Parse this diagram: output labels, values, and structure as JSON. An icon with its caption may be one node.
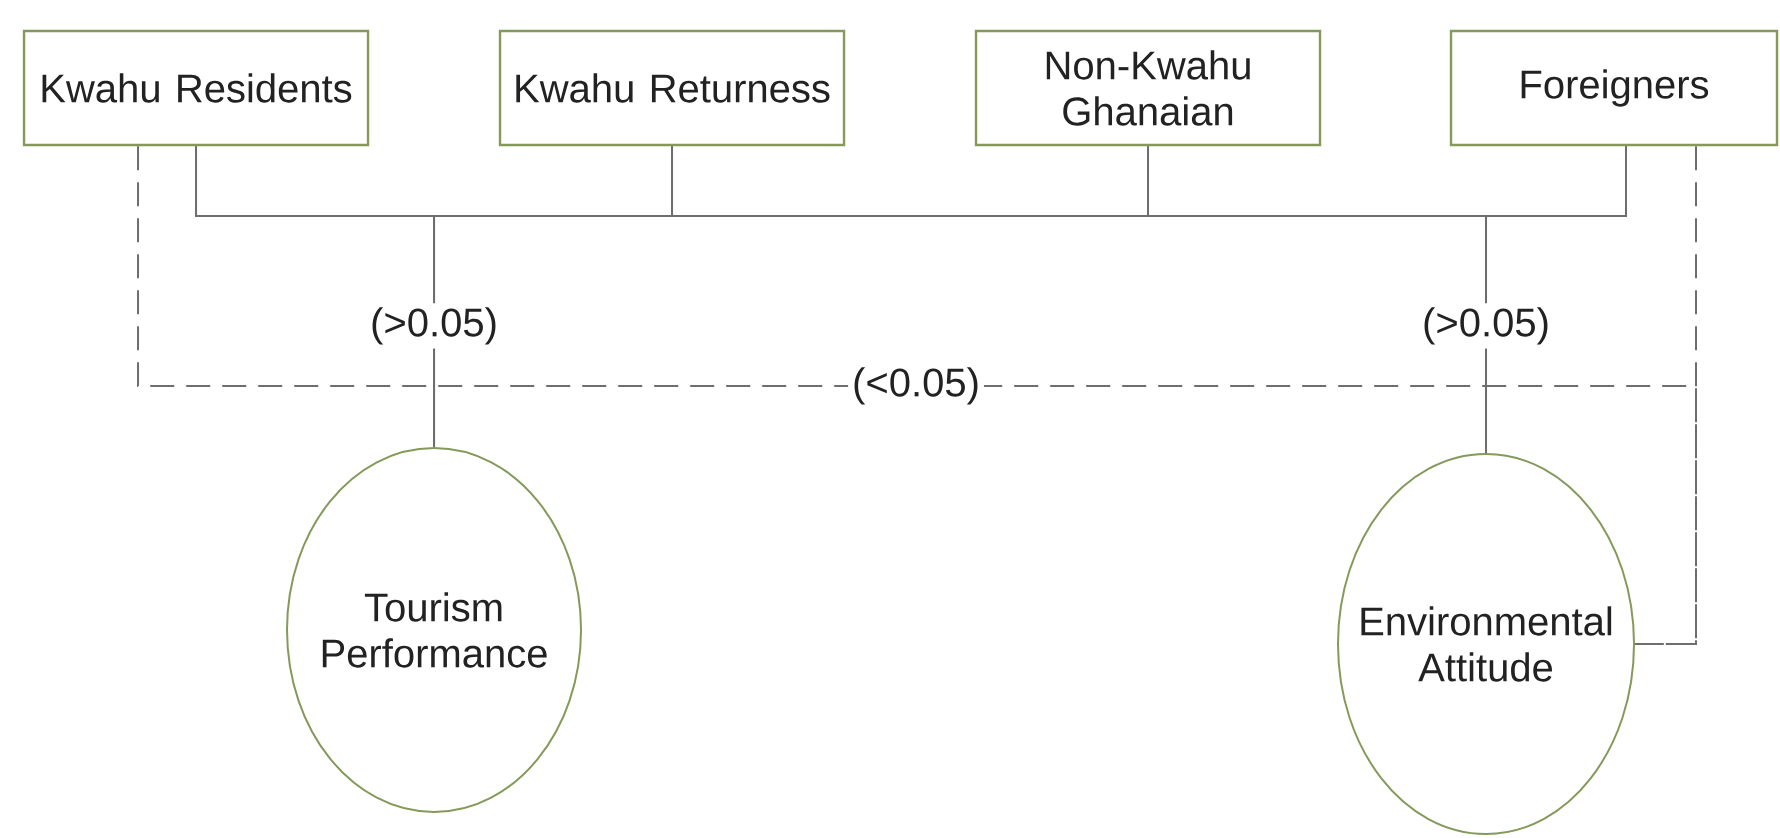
{
  "diagram": {
    "nodes": [
      {
        "text": [
          "Kwahu Residents"
        ]
      },
      {
        "text": [
          "Kwahu Returness"
        ]
      },
      {
        "text": [
          "Non-Kwahu Ghanaian"
        ]
      },
      {
        "text": [
          "Foreigners"
        ]
      },
      {
        "text": [
          "Tourism Performance"
        ]
      },
      {
        "text": [
          "Environmental Attitude"
        ]
      }
    ],
    "edges": [
      {
        "from": 0,
        "to": 4,
        "arrow": "none",
        "label": "(>0.05)"
      },
      {
        "from": 1,
        "to": 4,
        "arrow": "none"
      },
      {
        "from": 2,
        "to": 4,
        "arrow": "none"
      },
      {
        "from": 3,
        "to": 4,
        "arrow": "none"
      },
      {
        "from": 0,
        "to": 5,
        "arrow": "none",
        "label": "(>0.05)"
      },
      {
        "from": 1,
        "to": 5,
        "arrow": "none"
      },
      {
        "from": 2,
        "to": 5,
        "arrow": "none"
      },
      {
        "from": 3,
        "to": 5,
        "arrow": "none"
      },
      {
        "from": 0,
        "to": 5,
        "arrow": "none",
        "style": "dashed",
        "label": "(<0.05)"
      },
      {
        "from": 3,
        "to": 5,
        "arrow": "none",
        "style": "dashed"
      }
    ]
  }
}
